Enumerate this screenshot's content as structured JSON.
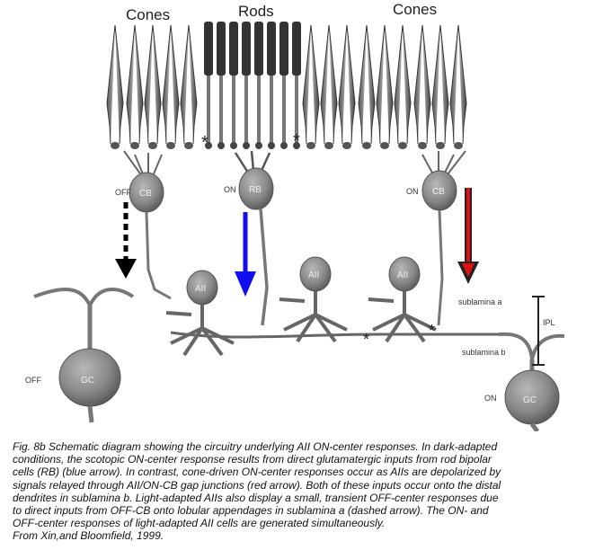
{
  "labels": {
    "cones_left": "Cones",
    "rods": "Rods",
    "cones_right": "Cones",
    "off_cb_prefix": "OFF",
    "off_cb": "CB",
    "on_rb_prefix": "ON",
    "rb": "RB",
    "on_cb_prefix": "ON",
    "on_cb": "CB",
    "aii": "AII",
    "off_gc_prefix": "OFF",
    "off_gc": "GC",
    "on_gc_prefix": "ON",
    "on_gc": "GC",
    "sublamina_a": "sublamina a",
    "sublamina_b": "sublamina b",
    "ipl": "IPL"
  },
  "arrows": {
    "off_color": "#000000",
    "rod_color": "#1010ee",
    "cone_color": "#e01010"
  },
  "caption": {
    "lines": [
      "Fig. 8b Schematic diagram showing the circuitry underlying AII ON-center responses. In dark-adapted",
      "conditions, the scotopic ON-center response results from direct glutamatergic inputs from rod bipolar",
      "cells (RB) (blue arrow). In contrast, cone-driven ON-center responses occur as AIIs are depolarized by",
      " signals relayed through AII/ON-CB gap junctions (red arrow). Both of these inputs occur onto the distal",
      "dendrites in sublamina b. Light-adapted AIIs also display a small, transient OFF-center responses due",
      "to direct inputs from OFF-CB onto lobular appendages in sublamina a (dashed arrow). The ON- and",
      "OFF-center responses of light-adapted AII cells are generated simultaneously.",
      "From Xin,and Bloomfield, 1999."
    ]
  }
}
